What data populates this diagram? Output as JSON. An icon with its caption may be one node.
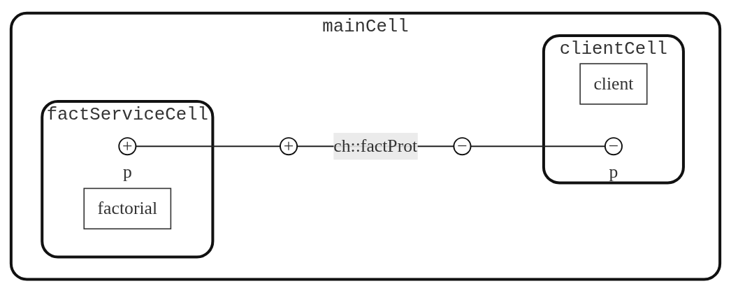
{
  "diagram": {
    "nodes": [
      {
        "text": [
          "mainCell"
        ]
      },
      {
        "text": [
          "factServiceCell"
        ],
        "in": 0
      },
      {
        "text": [
          "factorial"
        ],
        "in": 1
      },
      {
        "text": [
          "+"
        ],
        "in": 1,
        "beside": [
          "p"
        ]
      },
      {
        "text": [
          "+"
        ],
        "in": 0
      },
      {
        "text": [
          "−"
        ],
        "in": 0
      },
      {
        "text": [
          "clientCell"
        ],
        "in": 0
      },
      {
        "text": [
          "client"
        ],
        "in": 6
      },
      {
        "text": [
          "−"
        ],
        "in": 6,
        "beside": [
          "p"
        ]
      }
    ],
    "edges": [
      {
        "from": 3,
        "to": 4,
        "arrow": "none"
      },
      {
        "from": 4,
        "to": 5,
        "label": "ch::factProt",
        "arrow": "none"
      },
      {
        "from": 5,
        "to": 8,
        "arrow": "none"
      }
    ]
  }
}
